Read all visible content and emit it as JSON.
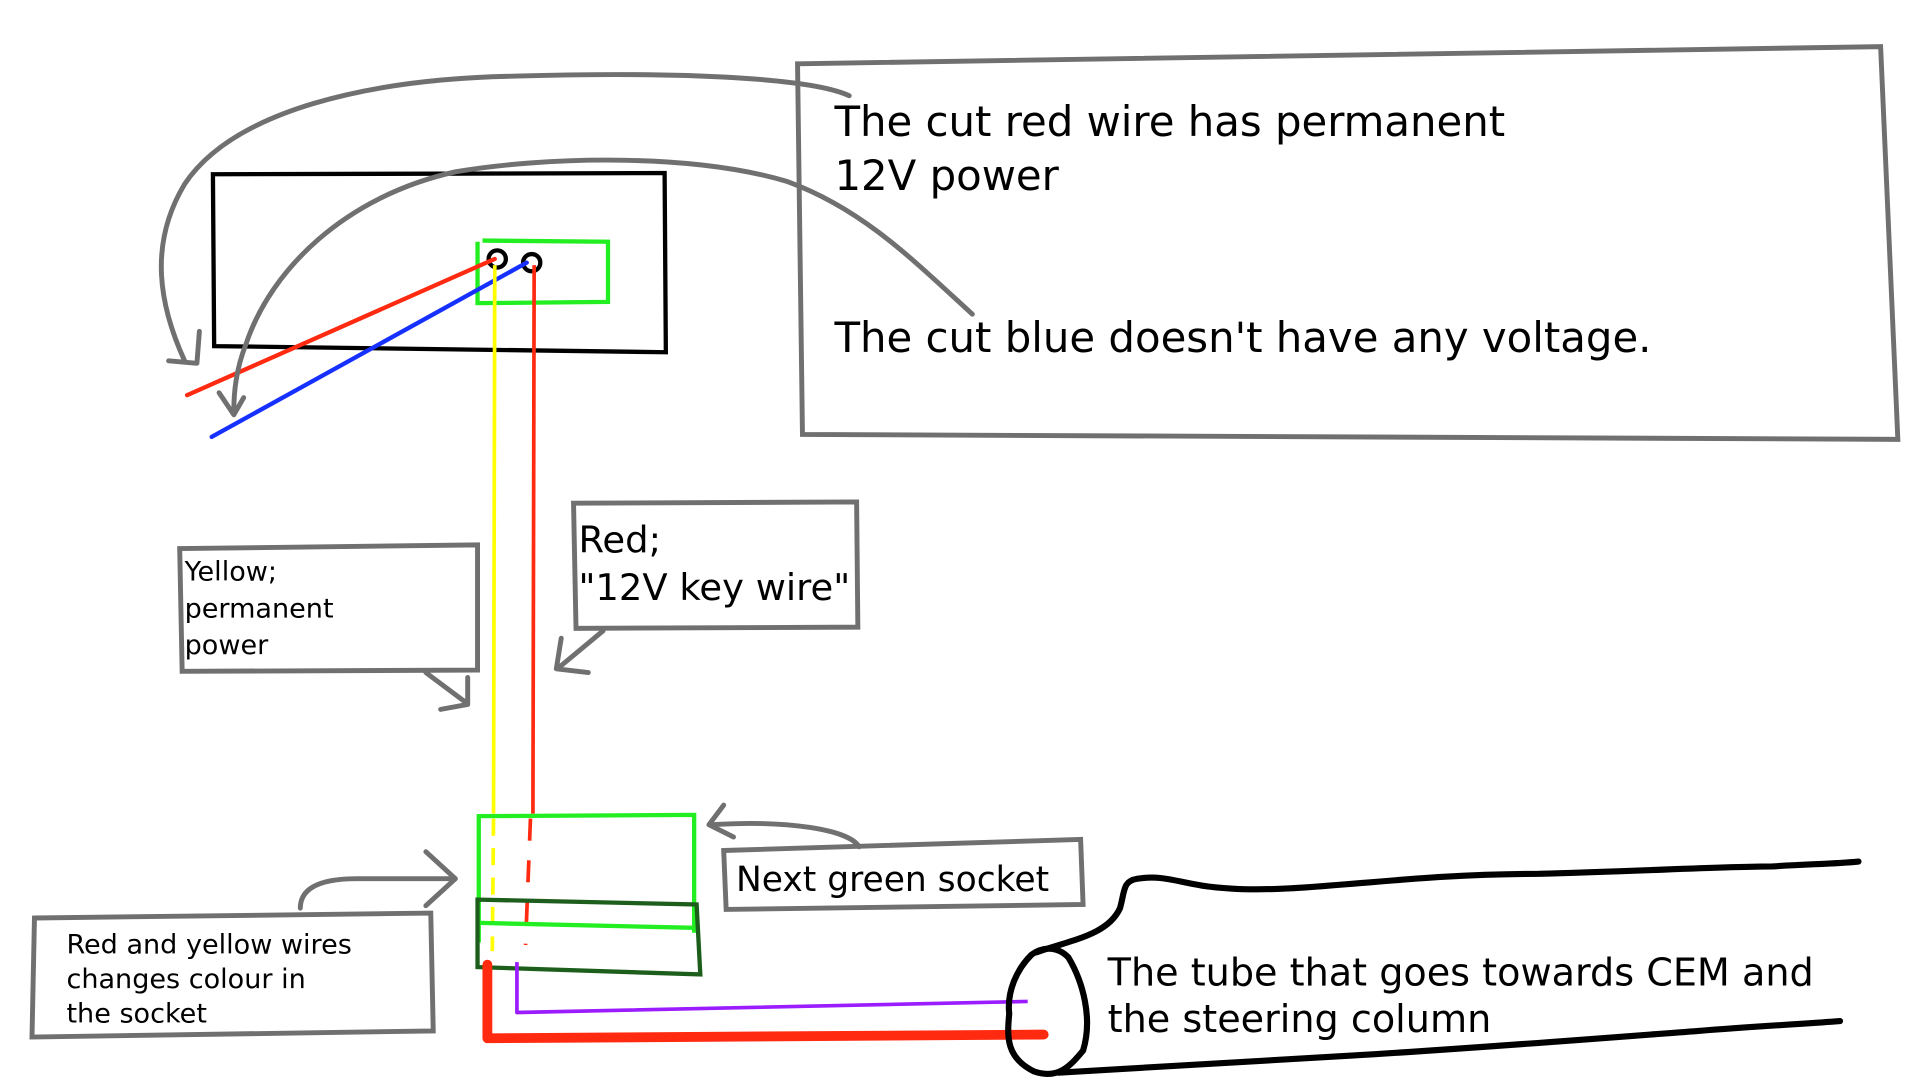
{
  "diagram": {
    "title": "Car wiring diagram sketch",
    "colors": {
      "annotation_gray": "#707070",
      "outline_black": "#000000",
      "socket_green": "#22ee22",
      "socket_dark_green": "#1d5e1d",
      "wire_red": "#ff2a10",
      "wire_blue": "#1530ff",
      "wire_yellow": "#ffff00",
      "wire_purple": "#9a1cff"
    },
    "callouts": {
      "main_note": {
        "line1": "The cut red wire has permanent",
        "line2": "12V power",
        "line3": "The cut blue doesn't have any voltage."
      },
      "yellow_note": {
        "line1": "Yellow;",
        "line2": "permanent",
        "line3": "power"
      },
      "red_note": {
        "line1": "Red;",
        "line2": "\"12V key wire\""
      },
      "socket_note": {
        "line1": "Next green socket"
      },
      "colour_change_note": {
        "line1": "Red and yellow wires",
        "line2": "changes colour in",
        "line3": "the socket"
      },
      "tube_note": {
        "line1": "The tube that goes towards CEM and",
        "line2": "the steering column"
      }
    },
    "wires": [
      {
        "name": "cut-red-wire",
        "color": "red",
        "state": "cut",
        "note": "permanent 12V power"
      },
      {
        "name": "cut-blue-wire",
        "color": "blue",
        "state": "cut",
        "note": "no voltage"
      },
      {
        "name": "yellow-wire",
        "color": "yellow",
        "note": "permanent power"
      },
      {
        "name": "red-key-wire",
        "color": "red",
        "note": "12V key wire"
      },
      {
        "name": "purple-wire",
        "color": "purple",
        "note": "after socket, towards CEM"
      },
      {
        "name": "thick-red-wire",
        "color": "red",
        "note": "after socket, towards CEM"
      }
    ]
  }
}
